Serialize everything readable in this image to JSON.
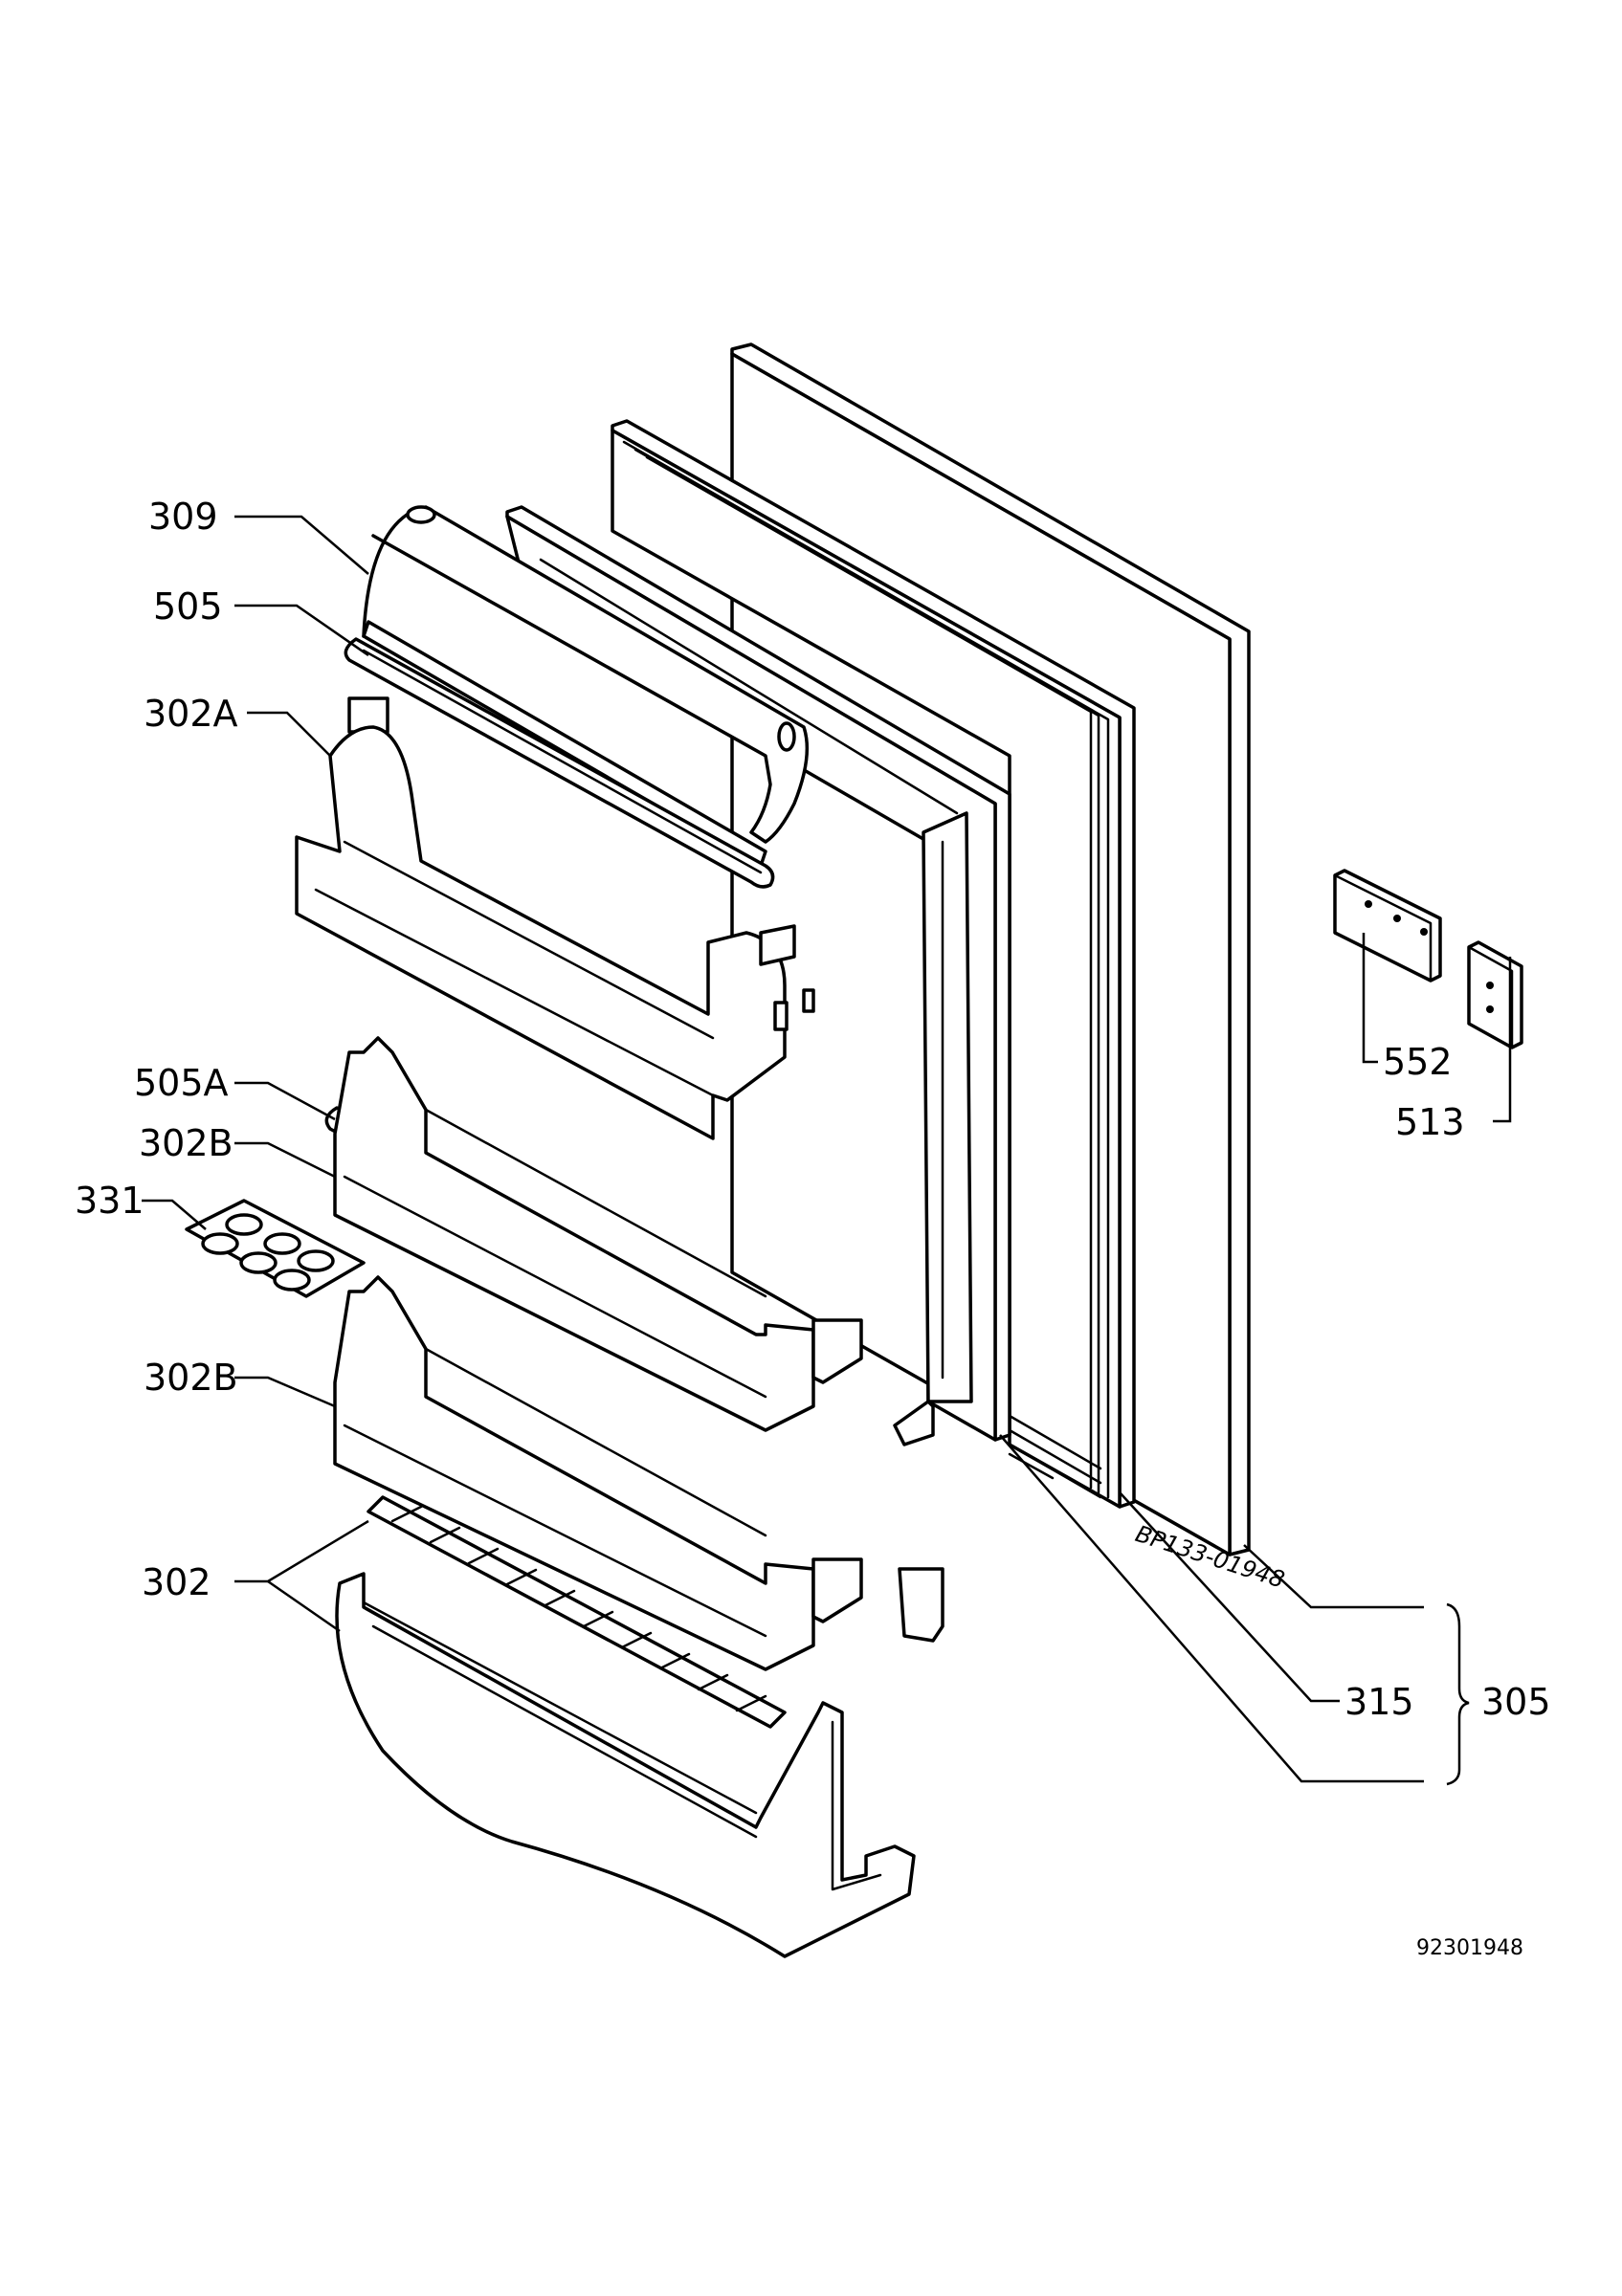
{
  "callouts": {
    "p309": "309",
    "p505": "505",
    "p302a": "302A",
    "p505a": "505A",
    "p302b_upper": "302B",
    "p331": "331",
    "p302b_lower": "302B",
    "p302": "302",
    "p552": "552",
    "p513": "513",
    "p315": "315",
    "p305": "305"
  },
  "handwritten_note": "BP133-01948",
  "drawing_number": "92301948"
}
